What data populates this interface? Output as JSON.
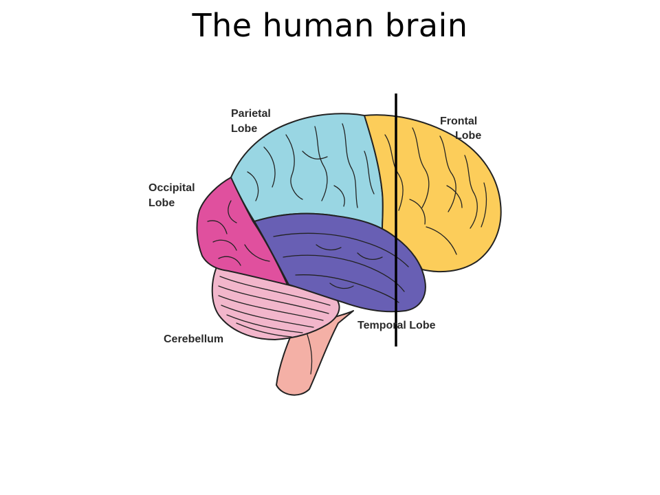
{
  "title": "The human brain",
  "lobes": {
    "parietal": {
      "label_line1": "Parietal",
      "label_line2": "Lobe",
      "color": "#99d6e3"
    },
    "frontal": {
      "label_line1": "Frontal",
      "label_line2": "Lobe",
      "color": "#fccd5a"
    },
    "occipital": {
      "label_line1": "Occipital",
      "label_line2": "Lobe",
      "color": "#e0509e"
    },
    "temporal": {
      "label": "Temporal Lobe",
      "color": "#685fb4"
    },
    "cerebellum": {
      "label": "Cerebellum",
      "color": "#f2b6cb"
    },
    "brainstem": {
      "color": "#f4b0a6"
    }
  }
}
